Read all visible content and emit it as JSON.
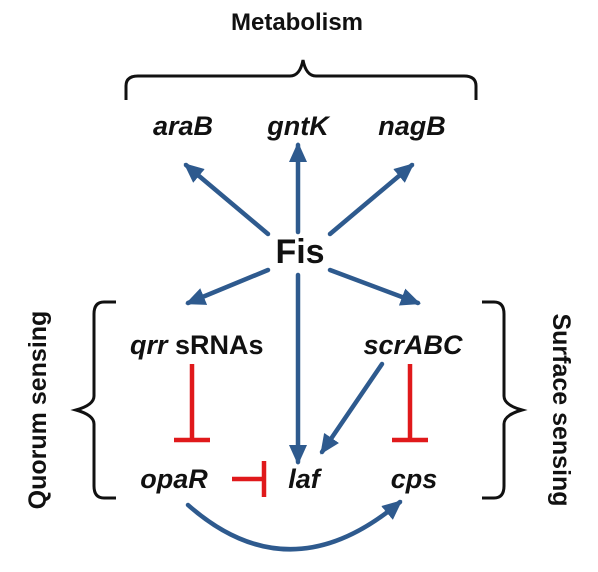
{
  "title": "Metabolism",
  "left_label": "Quorum sensing",
  "right_label": "Surface sensing",
  "central": "Fis",
  "metabolism_genes": [
    "araB",
    "gntK",
    "nagB"
  ],
  "qrr": {
    "italic": "qrr",
    "plain": " sRNAs"
  },
  "scr": "scrABC",
  "opaR": "opaR",
  "laf": "laf",
  "cps": "cps",
  "colors": {
    "activation": "#2E5A8E",
    "repression": "#E0191B",
    "text": "#111111",
    "bracket": "#111111"
  }
}
